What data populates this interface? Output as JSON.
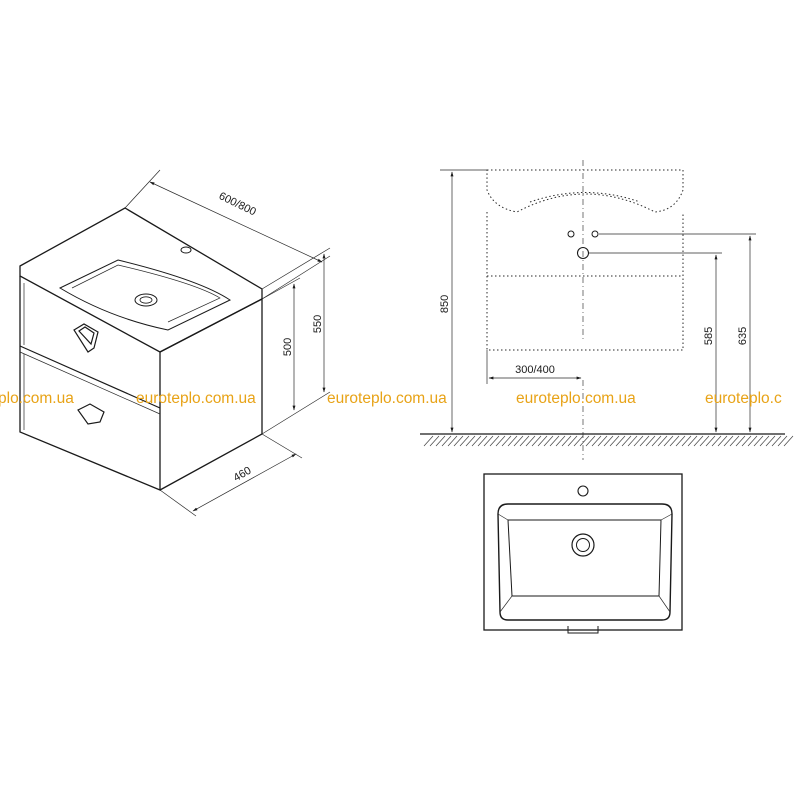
{
  "dimensions": {
    "width": "600/800",
    "total_height": "550",
    "cabinet_height": "500",
    "depth": "460",
    "floor_to_top": "850",
    "waste_height": "585",
    "supply_height": "635",
    "drain_offset": "300/400"
  },
  "watermarks": [
    "plo.com.ua",
    "euroteplo.com.ua",
    "euroteplo.com.ua",
    "euroteplo.com.ua",
    "euroteplo.c"
  ],
  "colors": {
    "line": "#1a1a1a",
    "watermark": "#e8a317",
    "background": "#ffffff"
  }
}
